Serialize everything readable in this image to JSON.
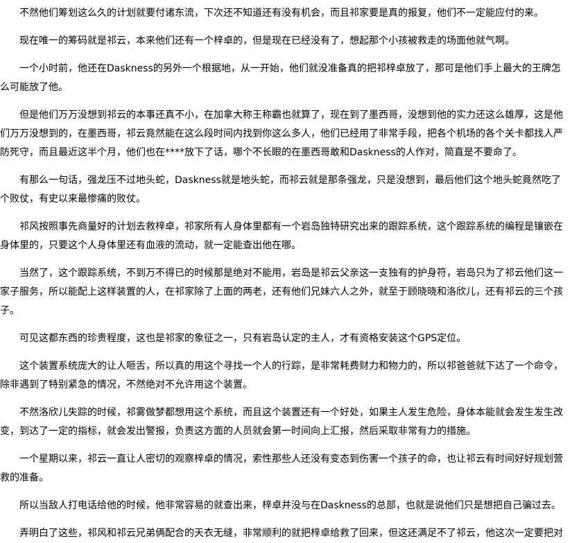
{
  "paragraphs": [
    "不然他们筹划这么久的计划就要付诸东流，下次还不知道还有没有机会，而且祁家要是真的报复，他们不一定能应付的来。",
    "现在唯一的筹码就是祁云，本来他们还有一个梓卓的，但是现在已经没有了，想起那个小孩被救走的场面他就气啊。",
    "一个小时前，他还在Daskness的另外一个根据地，从一开始，他们就没准备真的把祁梓卓放了，那可是他们手上最大的王牌怎么可能放了他。",
    "但是他们万万没想到祁云的本事还真不小，在加拿大称王称霸也就算了，现在到了墨西哥，没想到他的实力还这么雄厚，这是他们万万没想到的，在墨西哥，祁云竟然能在这么段时间内找到你这么多人，他们已经用了非常手段，把各个机场的各个关卡都找人严防死守，而且最近这半个月，他们也在****放下了话，哪个不长眼的在墨西哥敢和Daskness的人作对，简直是不要命了。",
    "有那么一句话，强龙压不过地头蛇，Daskness就是地头蛇，而祁云就是那条强龙，只是没想到，最后他们这个地头蛇竟然吃了个败仗，有史以来最惨痛的败仗。",
    "祁风按照事先商量好的计划去救梓卓，祁家所有人身体里都有一个岩岛独特研究出来的跟踪系统，这个跟踪系统的编程是镶嵌在身体里的，只要这个人身体里还有血液的流动，就一定能查出他在哪。",
    "当然了，这个跟踪系统，不到万不得已的时候那是绝对不能用，岩岛是祁云父亲这一支独有的护身符，岩岛只为了祁云他们这一家子服务，所以能配上这样装置的人，在祁家除了上面的两老，还有他们兄妹六人之外，就至于顾晓晓和洛欣儿，还有祁云的三个孩子。",
    "可见这都东西的珍贵程度，这也是祁家的象征之一，只有岩岛认定的主人，才有资格安装这个GPS定位。",
    "这个装置系统庞大的让人咂舌，所以真的用这个寻找一个人的行踪，是非常耗费财力和物力的，所以祁爸爸就下达了一个命令，除非遇到了特别紧急的情况，不然绝对不允许用这个装置。",
    "不然洛欣儿失踪的时候，祁雾做梦都想用这个系统，而且这个装置还有一个好处，如果主人发生危险，身体本能就会发生发生改变，到达了一定的指标，就会发出警报，负责这方面的人员就会第一时间向上汇报，然后采取非常有力的措施。",
    "一个星期以来，祁云一直让人密切的观察梓卓的情况，索性那些人还没有变态到伤害一个孩子的命，也让祁云有时间好好规划营救的准备。",
    "所以当敌人打电话给他的时候，他非常容易的就查出来，梓卓并没与在Daskness的总部，也就是说他们只是想把自己骗过去。",
    "弄明白了这些，祁风和祁云兄弟俩配合的天衣无缝，非常顺利的就把梓卓给救了回来，但这还满足不了祁云，他这次一定要把对"
  ]
}
